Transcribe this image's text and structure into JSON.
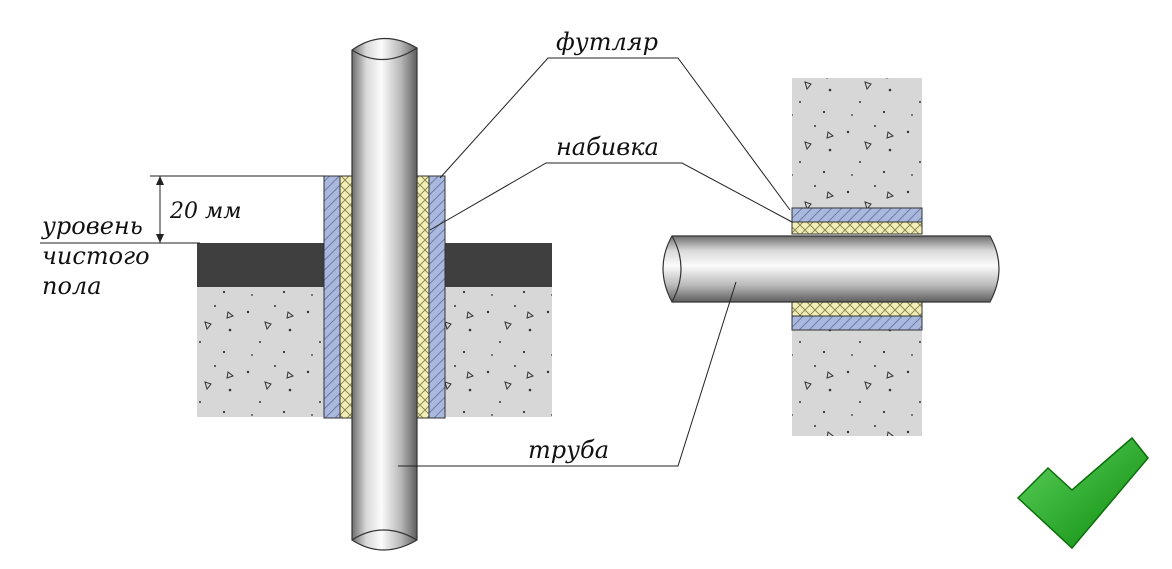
{
  "labels": {
    "case": "футляр",
    "packing": "набивка",
    "pipe": "труба",
    "dimension": "20 мм",
    "floor_line1": "уровень",
    "floor_line2": "чистого",
    "floor_line3": "пола"
  },
  "colors": {
    "concrete": "#d6d6d6",
    "finish_floor": "#3f3f3f",
    "sleeve": "#9fb0d6",
    "packing": "#f1eeb2",
    "pipe_light": "#f4f4f4",
    "pipe_dark": "#7d7d7d",
    "check": "#1aa51a"
  },
  "icons": {
    "check": "check-mark-icon"
  }
}
